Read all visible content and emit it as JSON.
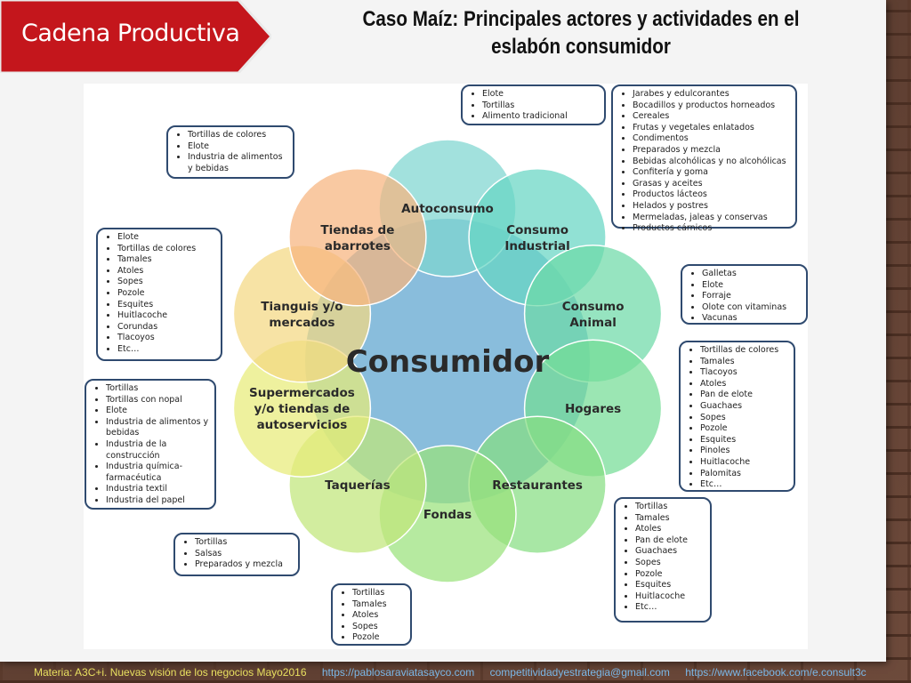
{
  "header": {
    "tag": "Cadena Productiva",
    "title_line1": "Caso Maíz: Principales actores y actividades en el",
    "title_line2": "eslabón consumidor",
    "tag_color": "#c4161c"
  },
  "center": {
    "label": "Consumidor",
    "color": "#7fb7d9"
  },
  "nodes": [
    {
      "id": "autoconsumo",
      "lines": [
        "Autoconsumo"
      ],
      "color": "#7ed6d0"
    },
    {
      "id": "consumo-industrial",
      "lines": [
        "Consumo",
        "Industrial"
      ],
      "color": "#66d6c4"
    },
    {
      "id": "consumo-animal",
      "lines": [
        "Consumo",
        "Animal"
      ],
      "color": "#6edaa8"
    },
    {
      "id": "hogares",
      "lines": [
        "Hogares"
      ],
      "color": "#74dc96"
    },
    {
      "id": "restaurantes",
      "lines": [
        "Restaurantes"
      ],
      "color": "#86de82"
    },
    {
      "id": "fondas",
      "lines": [
        "Fondas"
      ],
      "color": "#9ae27c"
    },
    {
      "id": "taquerias",
      "lines": [
        "Taquerías"
      ],
      "color": "#c0e67a"
    },
    {
      "id": "supermercados",
      "lines": [
        "Supermercados",
        "y/o tiendas de",
        "autoservicios"
      ],
      "color": "#e8ec78"
    },
    {
      "id": "tianguis",
      "lines": [
        "Tianguis y/o",
        "mercados"
      ],
      "color": "#f4d882"
    },
    {
      "id": "tiendas",
      "lines": [
        "Tiendas de",
        "abarrotes"
      ],
      "color": "#f6b47e"
    }
  ],
  "boxes": {
    "autoconsumo": [
      "Elote",
      "Tortillas",
      "Alimento tradicional"
    ],
    "consumo_industrial": [
      "Jarabes y edulcorantes",
      "Bocadillos y productos horneados",
      "Cereales",
      "Frutas y vegetales enlatados",
      "Condimentos",
      "Preparados y mezcla",
      "Bebidas alcohólicas y no alcohólicas",
      "Confitería y goma",
      "Grasas y aceites",
      "Productos lácteos",
      "Helados y postres",
      "Mermeladas, jaleas y conservas",
      "Productos cárnicos"
    ],
    "consumo_animal": [
      "Galletas",
      "Elote",
      "Forraje",
      "Olote con vitaminas",
      "Vacunas"
    ],
    "hogares": [
      "Tortillas de colores",
      "Tamales",
      "Tlacoyos",
      "Atoles",
      "Pan de elote",
      "Guachaes",
      "Sopes",
      "Pozole",
      "Esquites",
      "Pinoles",
      "Huitlacoche",
      "Palomitas",
      "Etc…"
    ],
    "restaurantes": [
      "Tortillas",
      "Tamales",
      "Atoles",
      "Pan de elote",
      "Guachaes",
      "Sopes",
      "Pozole",
      "Esquites",
      "Huitlacoche",
      "Etc…"
    ],
    "fondas": [
      "Tortillas",
      "Tamales",
      "Atoles",
      "Sopes",
      "Pozole"
    ],
    "taquerias": [
      "Tortillas",
      "Salsas",
      "Preparados y mezcla"
    ],
    "supermercados": [
      "Tortillas",
      "Tortillas con nopal",
      "Elote",
      "Industria de alimentos y bebidas",
      "Industria de la construcción",
      "Industria química-farmacéutica",
      "Industria textil",
      "Industria del papel"
    ],
    "tianguis": [
      "Elote",
      "Tortillas de colores",
      "Tamales",
      "Atoles",
      "Sopes",
      "Pozole",
      "Esquites",
      "Huitlacoche",
      "Corundas",
      "Tlacoyos",
      "Etc…"
    ],
    "tiendas": [
      "Tortillas de colores",
      "Elote",
      "Industria de alimentos y bebidas"
    ]
  },
  "footer": {
    "main": "Materia: A3C+i. Nuevas visión de los negocios Mayo2016",
    "link1": "https://pablosaraviatasayco.com",
    "link2": "competitividadyestrategia@gmail.com",
    "link3": "https://www.facebook.com/e.consult3c"
  }
}
